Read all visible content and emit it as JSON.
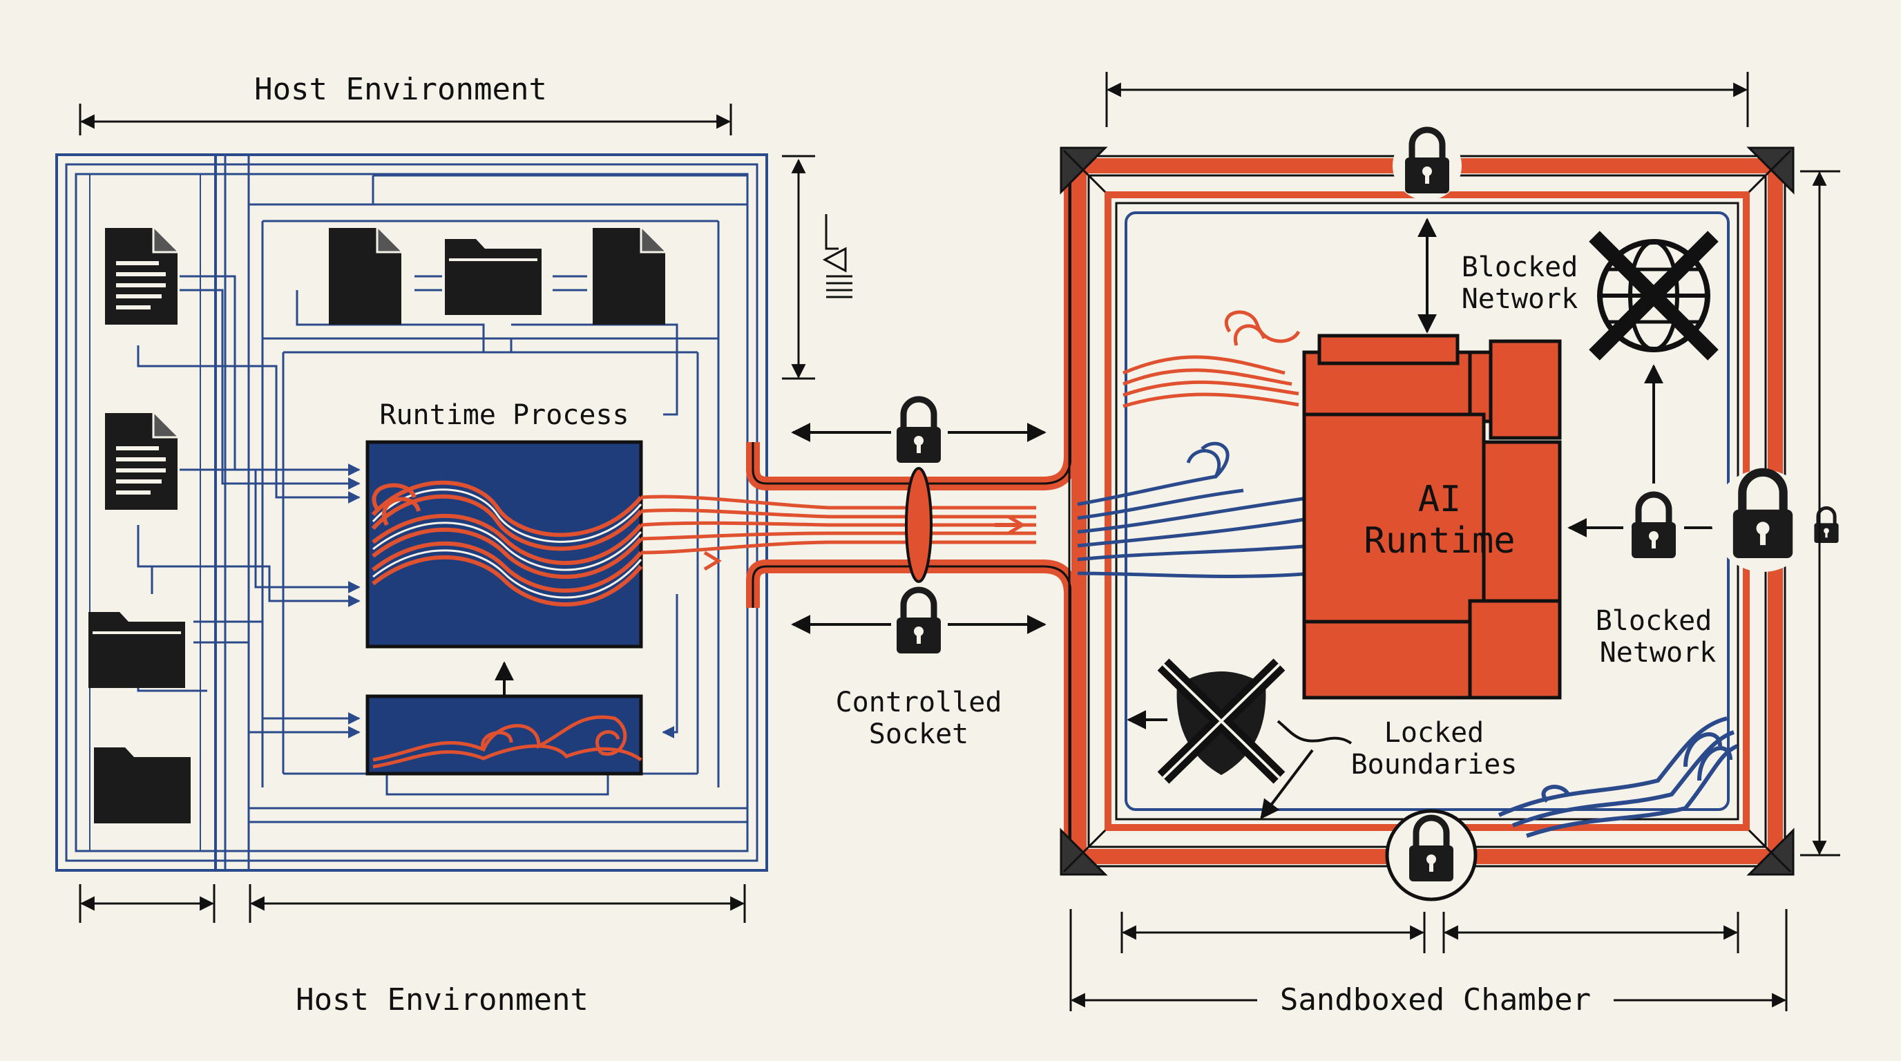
{
  "labels": {
    "host_top": "Host Environment",
    "host_bottom": "Host Environment",
    "runtime_process": "Runtime Process",
    "controlled_socket_l1": "Controlled",
    "controlled_socket_l2": "Socket",
    "ai_runtime_l1": "AI",
    "ai_runtime_l2": "Runtime",
    "blocked_network_top_l1": "Blocked",
    "blocked_network_top_l2": "Network",
    "blocked_network_right_l1": "Blocked",
    "blocked_network_right_l2": "Network",
    "locked_boundaries_l1": "Locked",
    "locked_boundaries_l2": "Boundaries",
    "sandboxed_chamber": "Sandboxed Chamber"
  },
  "colors": {
    "background": "#f5f2e9",
    "host_blue": "#2b4a8c",
    "process_navy": "#1f3d7a",
    "sandbox_red": "#e0512f",
    "ink": "#111111"
  },
  "icons": {
    "files": [
      "document-icon",
      "folder-icon"
    ],
    "locks": "padlock-icon",
    "blocked": "blocked-globe-icon",
    "shield": "blocked-shield-icon"
  }
}
